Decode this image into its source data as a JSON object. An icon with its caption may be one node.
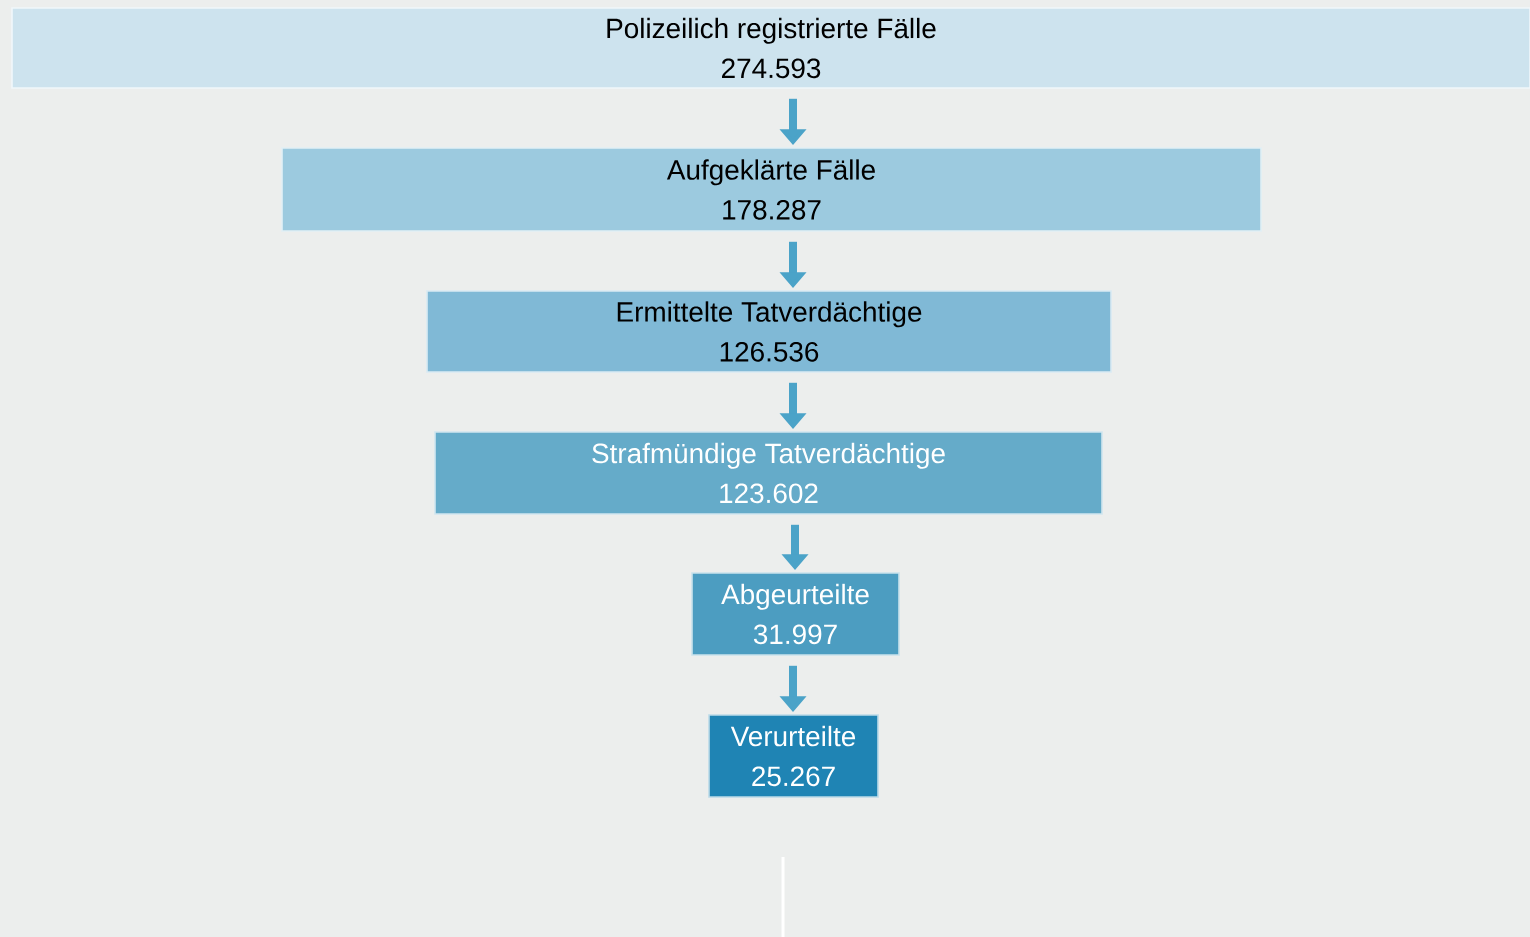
{
  "diagram": {
    "nodes": [
      {
        "text": [
          "Polizeilich registrierte Fälle",
          "274.593"
        ]
      },
      {
        "text": [
          "Aufgeklärte Fälle",
          "178.287"
        ]
      },
      {
        "text": [
          "Ermittelte Tatverdächtige",
          "126.536"
        ]
      },
      {
        "text": [
          "Strafmündige Tatverdächtige",
          "123.602"
        ]
      },
      {
        "text": [
          "Abgeurteilte",
          "31.997"
        ]
      },
      {
        "text": [
          "Verurteilte",
          "25.267"
        ]
      }
    ],
    "edges": [
      {
        "from": 0,
        "to": 1,
        "arrow": "to"
      },
      {
        "from": 1,
        "to": 2,
        "arrow": "to"
      },
      {
        "from": 2,
        "to": 3,
        "arrow": "to"
      },
      {
        "from": 3,
        "to": 4,
        "arrow": "to"
      },
      {
        "from": 4,
        "to": 5,
        "arrow": "to"
      }
    ]
  }
}
